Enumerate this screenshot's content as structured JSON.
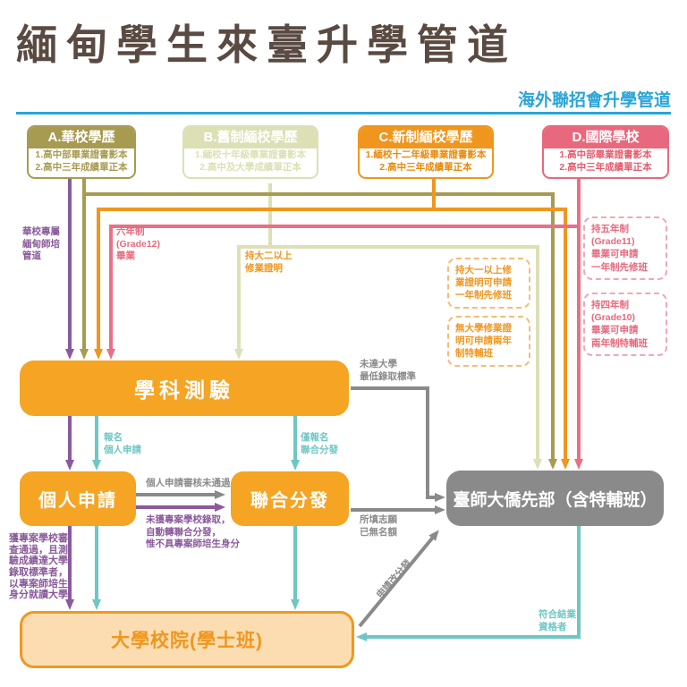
{
  "title": "緬甸學生來臺升學管道",
  "subtitle": "海外聯招會升學管道",
  "colors": {
    "title_brown": "#594a42",
    "accent_blue": "#29a5d8",
    "khaki": "#a79b52",
    "pale_green": "#dce0b4",
    "orange_line": "#f0961e",
    "node_amber": "#f5a423",
    "pink": "#e8697d",
    "purple": "#8a5a9b",
    "teal": "#6ec7c4",
    "gray": "#8a8a8a",
    "university_fill": "#fbddb1"
  },
  "header_boxes": [
    {
      "title": "A.華校學歷",
      "items": [
        "1.高中部畢業證書影本",
        "2.高中三年成績單正本"
      ]
    },
    {
      "title": "B.舊制緬校學歷",
      "items": [
        "1.緬校十年級畢業證書影本",
        "2.高中及大學成績單正本"
      ]
    },
    {
      "title": "C.新制緬校學歷",
      "items": [
        "1.緬校十二年級畢業證書影本",
        "2.高中三年成績單正本"
      ]
    },
    {
      "title": "D.國際學校",
      "items": [
        "1.高中部畢業證書影本",
        "2.高中三年成績單正本"
      ]
    }
  ],
  "nodes": {
    "subject_test": "學科測驗",
    "personal_application": "個人申請",
    "joint_distribution": "聯合分發",
    "ntnu_preparatory": "臺師大僑先部（含特輔班）",
    "university": "大學校院(學士班)"
  },
  "labels": {
    "huaxiao_channel": "華校專屬\n緬甸師培\n管道",
    "six_year_grade12": "六年制\n(Grade12)\n畢業",
    "sophomore_cert": "持大二以上\n修業證明",
    "below_threshold": "未達大學\n最低錄取標準",
    "register_personal": "報名\n個人申請",
    "register_joint": "僅報名\n聯合分發",
    "review_failed": "個人申請審核未通過",
    "not_admitted": "未獲專案學校錄取，\n自動轉聯合分發，\n惟不具專案師培生身分",
    "project_admitted": "獲專案學校審\n查通過，且測\n驗成績達大學\n錄取標準者，\n以專案師培生\n身分就讀大學",
    "no_quota": "所填志願\n已無名額",
    "reassign": "申請改分發",
    "graduation_qualified": "符合結業\n資格者"
  },
  "dashed_notes": [
    {
      "text": "持大一以上修\n業證明可申請\n一年制先修班"
    },
    {
      "text": "無大學修業證\n明可申請兩年\n制特輔班"
    },
    {
      "text": "持五年制\n(Grade11)\n畢業可申請\n一年制先修班"
    },
    {
      "text": "持四年制\n(Grade10)\n畢業可申請\n兩年制特輔班"
    }
  ]
}
